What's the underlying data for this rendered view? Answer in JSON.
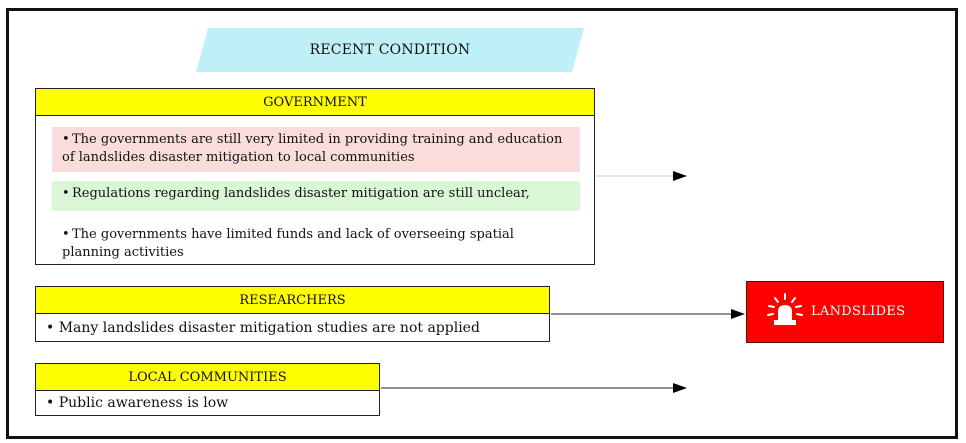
{
  "header": {
    "title": "RECENT CONDITION"
  },
  "government": {
    "title": "GOVERNMENT",
    "items": [
      "The governments are still very limited in providing training and education of landslides disaster mitigation to local communities",
      "Regulations regarding landslides disaster mitigation are still unclear,",
      "The governments have limited funds and lack of overseeing spatial planning activities"
    ]
  },
  "researchers": {
    "title": "RESEARCHERS",
    "items": [
      "Many landslides disaster mitigation studies are not applied"
    ]
  },
  "local_communities": {
    "title": "LOCAL COMMUNITIES",
    "items": [
      "Public awareness is low"
    ]
  },
  "outcome": {
    "label": "LANDSLIDES",
    "icon": "siren-icon"
  },
  "colors": {
    "banner": "#bff0f7",
    "header_fill": "#ffff00",
    "highlight_red": "#fadcdc",
    "highlight_green": "#d9f7d4",
    "outcome_fill": "#ff0000"
  }
}
